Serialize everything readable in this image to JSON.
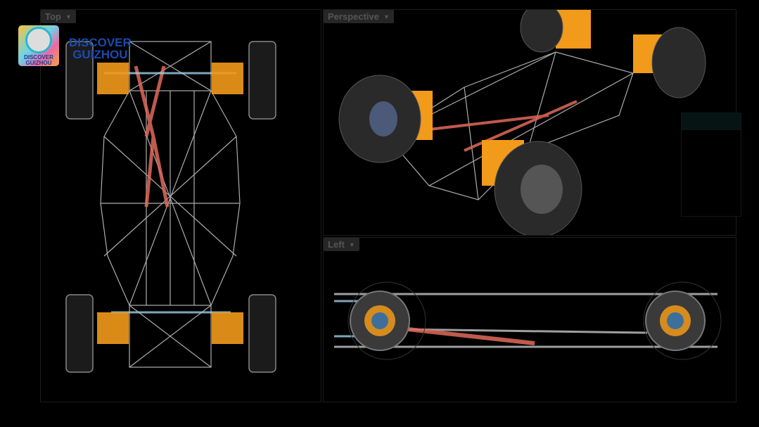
{
  "viewports": {
    "top": {
      "label": "Top"
    },
    "perspective": {
      "label": "Perspective"
    },
    "left": {
      "label": "Left"
    }
  },
  "overlay": {
    "brand_line1": "DISCOVER",
    "brand_line2": "GUIZHOU",
    "logo_text": "DISCOVER GUIZHOU"
  },
  "colors": {
    "frame_white": "#d8d8d8",
    "tube_red": "#e06a5a",
    "tube_blue": "#9cd0e8",
    "suspension_orange": "#f29a1a",
    "tire": "#2a2a2a"
  }
}
